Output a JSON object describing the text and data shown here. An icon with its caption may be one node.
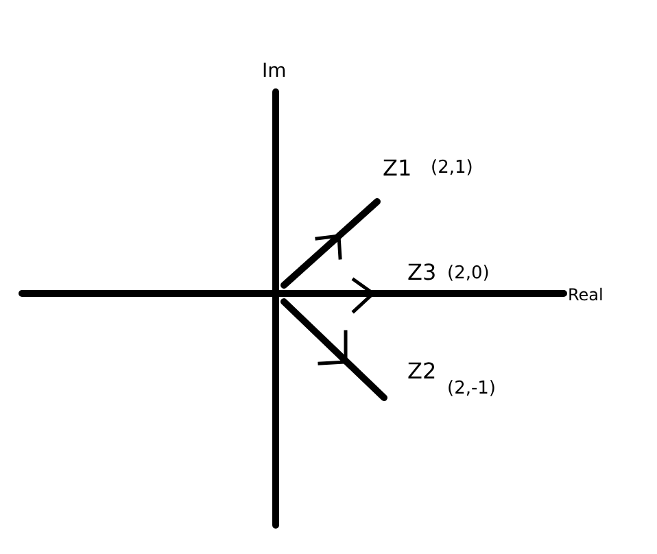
{
  "diagram": {
    "labels": [
      "Im",
      "Z1",
      "(2,1)",
      "Z3",
      "(2,0)",
      "Real",
      "Z2",
      "(2,-1)"
    ]
  }
}
